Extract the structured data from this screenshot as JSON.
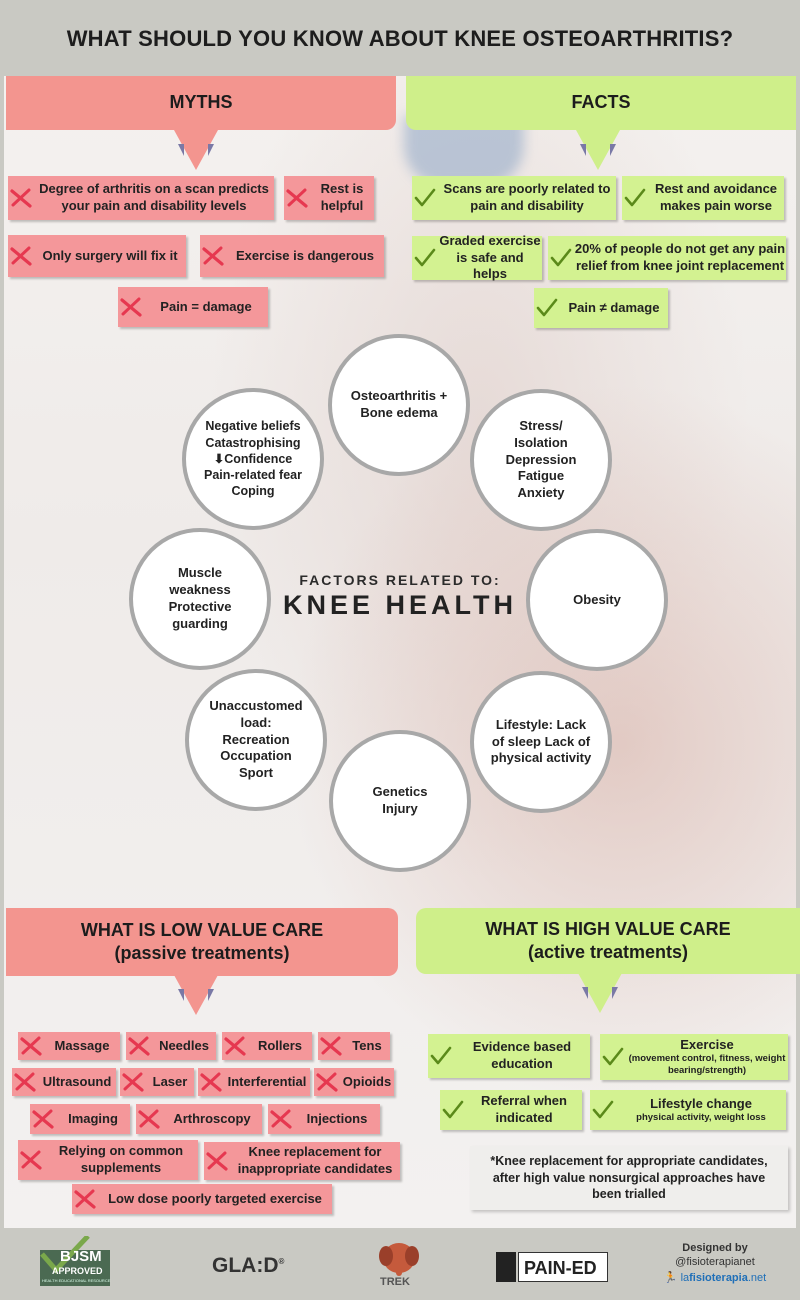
{
  "title": "WHAT SHOULD YOU KNOW ABOUT KNEE OSTEOARTHRITIS?",
  "myths": {
    "header": "MYTHS",
    "items": [
      "Degree of arthritis on a scan predicts your pain and disability levels",
      "Rest is helpful",
      "Only surgery will fix it",
      "Exercise is dangerous",
      "Pain = damage"
    ]
  },
  "facts": {
    "header": "FACTS",
    "items": [
      "Scans are poorly related to pain and disability",
      "Rest and avoidance makes pain worse",
      "Graded exercise is safe and helps",
      "20% of people do not get any pain relief from knee joint replacement",
      "Pain ≠ damage"
    ]
  },
  "factors": {
    "subtitle": "FACTORS RELATED TO:",
    "title": "KNEE HEALTH",
    "circles": [
      "Osteoarthritis + Bone edema",
      "Stress/ Isolation Depression Fatigue Anxiety",
      "Obesity",
      "Lifestyle: Lack of sleep Lack of physical activity",
      "Genetics Injury",
      "Unaccustomed load: Recreation Occupation Sport",
      "Muscle weakness Protective guarding",
      "Negative beliefs Catastrophising ⬇Confidence Pain-related fear Coping"
    ]
  },
  "low_value": {
    "header_line1": "WHAT IS LOW VALUE CARE",
    "header_line2": "(passive treatments)",
    "items": [
      "Massage",
      "Needles",
      "Rollers",
      "Tens",
      "Ultrasound",
      "Laser",
      "Interferential",
      "Opioids",
      "Imaging",
      "Arthroscopy",
      "Injections",
      "Relying on common supplements",
      "Knee replacement for inappropriate candidates",
      "Low dose poorly targeted exercise"
    ]
  },
  "high_value": {
    "header_line1": "WHAT IS HIGH VALUE CARE",
    "header_line2": "(active treatments)",
    "items": [
      {
        "main": "Evidence based education",
        "sub": ""
      },
      {
        "main": "Exercise",
        "sub": "(movement control, fitness, weight bearing/strength)"
      },
      {
        "main": "Referral when indicated",
        "sub": ""
      },
      {
        "main": "Lifestyle change",
        "sub": "physical activity, weight loss"
      }
    ],
    "note": "*Knee replacement for appropriate candidates, after high value nonsurgical approaches have been trialled"
  },
  "footer": {
    "bjsm_main": "BJSM",
    "bjsm_sub": "APPROVED",
    "bjsm_small": "HEALTH EDUCATIONAL RESOURCE",
    "glad": "GLA:D",
    "glad_mark": "®",
    "trek": "TREK",
    "pained": "PAIN-ED",
    "designed_by": "Designed by",
    "handle": "@fisioterapianet",
    "site_a": "la",
    "site_b": "fisioterapia",
    "site_c": ".net"
  },
  "colors": {
    "red": "#f3958f",
    "green": "#cfef8a",
    "cross": "#e63850",
    "check": "#5b8a1a"
  }
}
